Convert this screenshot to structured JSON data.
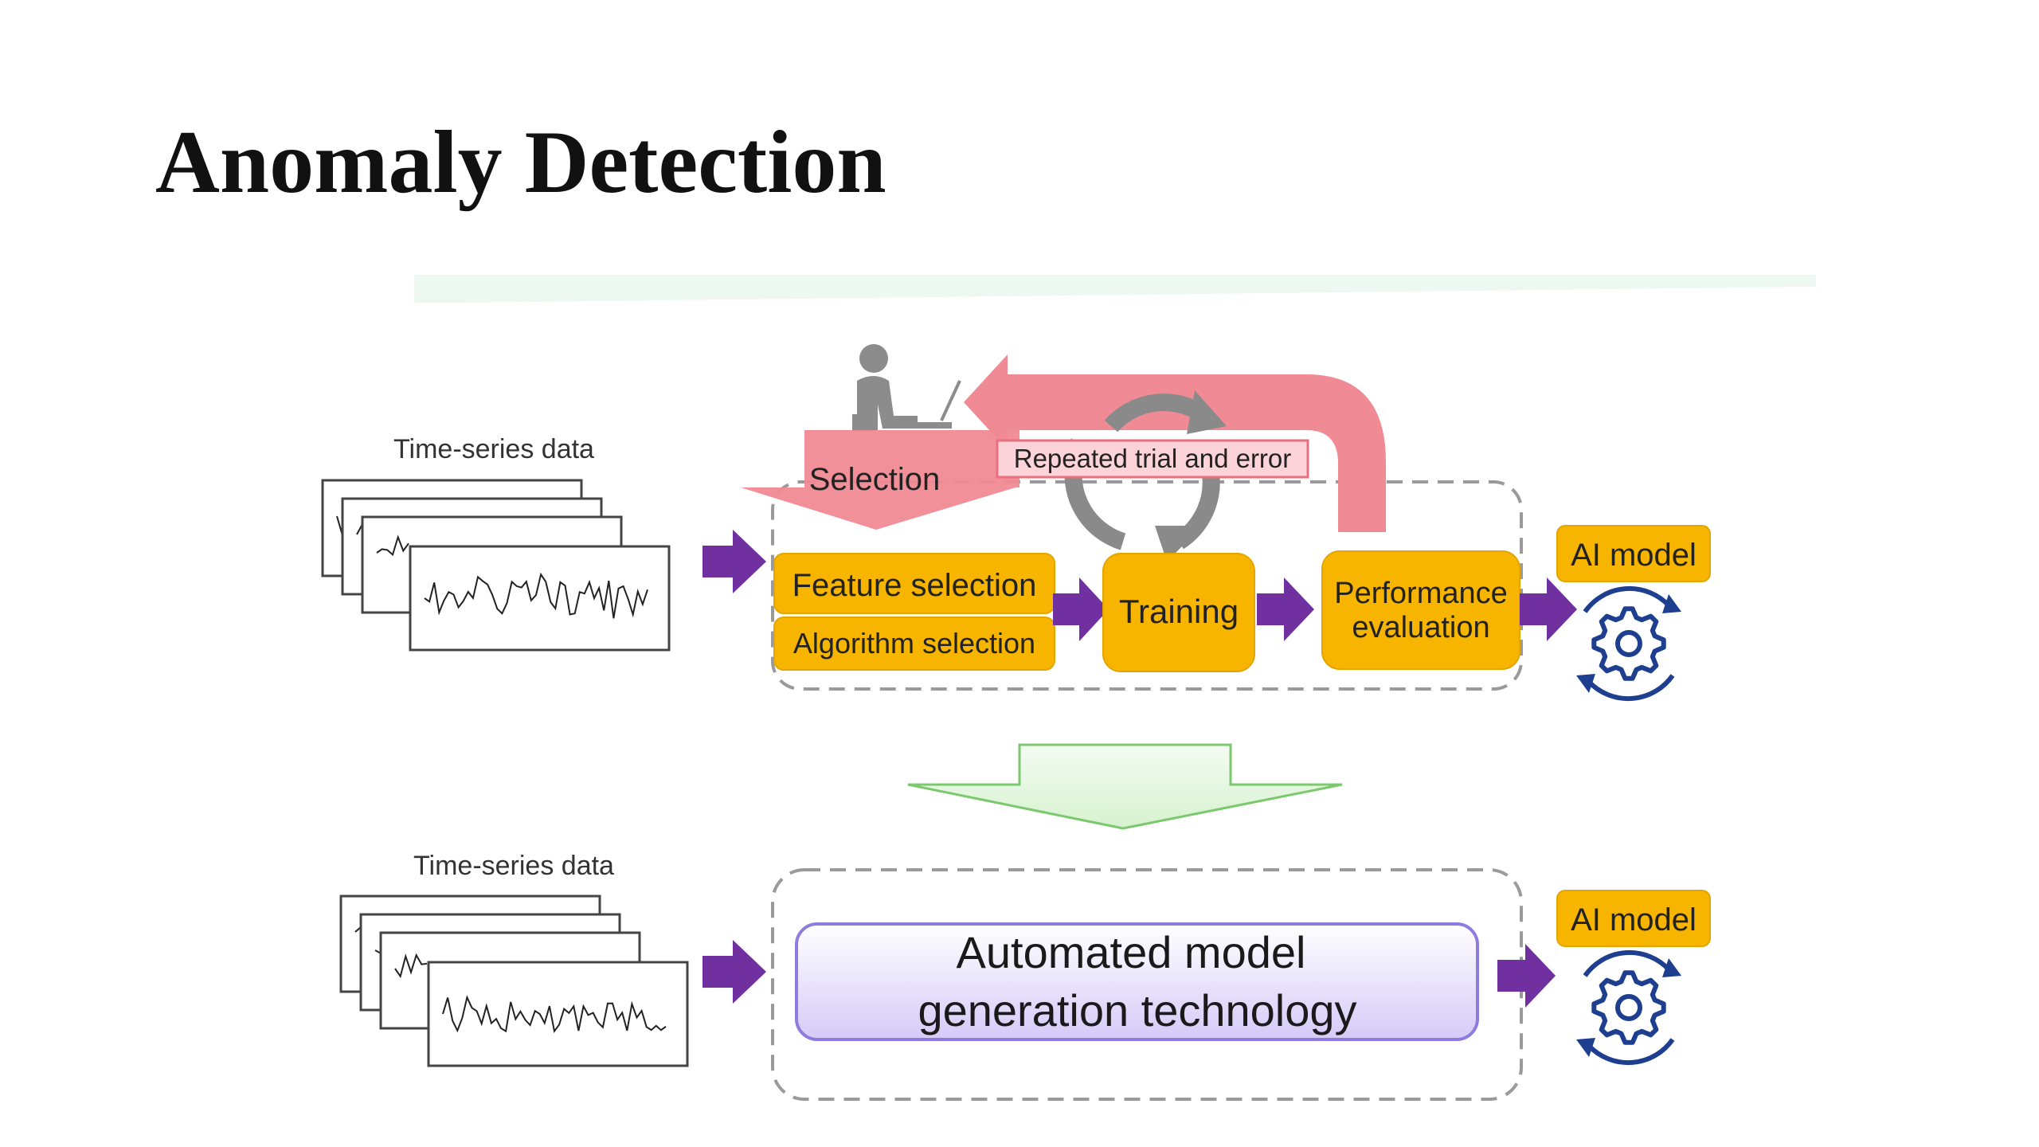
{
  "slide": {
    "title": "Anomaly Detection"
  },
  "top_flow": {
    "input_label": "Time-series data",
    "selection_label": "Selection",
    "loop_label": "Repeated trial and error",
    "feature_selection": "Feature selection",
    "algorithm_selection": "Algorithm selection",
    "training": "Training",
    "performance_line1": "Performance",
    "performance_line2": "evaluation",
    "output_label": "AI model"
  },
  "bottom_flow": {
    "input_label": "Time-series data",
    "automation_line1": "Automated model",
    "automation_line2": "generation technology",
    "output_label": "AI model"
  },
  "colors": {
    "step_box": "#F7B500",
    "flow_arrow": "#7030A0",
    "loop_arrow": "#F08A94",
    "transition_arrow_fill": "#E3F7DF",
    "transition_arrow_stroke": "#7CC86E",
    "automation_box": "#D9D2FA",
    "gear_icon": "#1E3F8F"
  }
}
